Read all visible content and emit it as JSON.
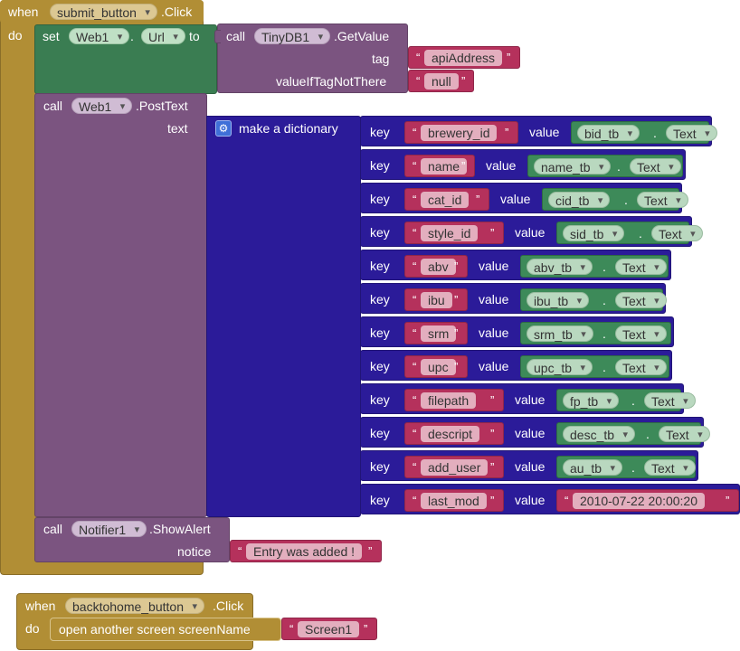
{
  "event1": {
    "when_label": "when",
    "component": "submit_button",
    "event": ".Click",
    "do_label": "do"
  },
  "set_block": {
    "set_label": "set",
    "component": "Web1",
    "dot": ".",
    "property": "Url",
    "to_label": "to"
  },
  "tinydb": {
    "call_label": "call",
    "component": "TinyDB1",
    "method": ".GetValue",
    "tag_label": "tag",
    "tag_value": "apiAddress",
    "not_there_label": "valueIfTagNotThere",
    "not_there_value": "null"
  },
  "posttext": {
    "call_label": "call",
    "component": "Web1",
    "method": ".PostText",
    "text_label": "text"
  },
  "dictionary": {
    "label": "make a dictionary",
    "key_label": "key",
    "value_label": "value",
    "dot": ".",
    "text_prop": "Text",
    "pairs": [
      {
        "key": "brewery_id",
        "comp": "bid_tb"
      },
      {
        "key": "name",
        "comp": "name_tb"
      },
      {
        "key": "cat_id",
        "comp": "cid_tb"
      },
      {
        "key": "style_id",
        "comp": "sid_tb"
      },
      {
        "key": "abv",
        "comp": "abv_tb"
      },
      {
        "key": "ibu",
        "comp": "ibu_tb"
      },
      {
        "key": "srm",
        "comp": "srm_tb"
      },
      {
        "key": "upc",
        "comp": "upc_tb"
      },
      {
        "key": "filepath",
        "comp": "fp_tb"
      },
      {
        "key": "descript",
        "comp": "desc_tb"
      },
      {
        "key": "add_user",
        "comp": "au_tb"
      },
      {
        "key": "last_mod",
        "literal": "2010-07-22 20:00:20"
      }
    ]
  },
  "notifier": {
    "call_label": "call",
    "component": "Notifier1",
    "method": ".ShowAlert",
    "notice_label": "notice",
    "notice_value": "Entry was added !"
  },
  "event2": {
    "when_label": "when",
    "component": "backtohome_button",
    "event": ".Click",
    "do_label": "do",
    "action_label": "open another screen  screenName",
    "screen_value": "Screen1"
  },
  "quote_open": "“",
  "quote_close": "”",
  "colors": {
    "event": "#b18e35",
    "procedure": "#7b5480",
    "setter": "#3a7d52",
    "dictionary": "#2b1b99",
    "text": "#b5315c"
  }
}
